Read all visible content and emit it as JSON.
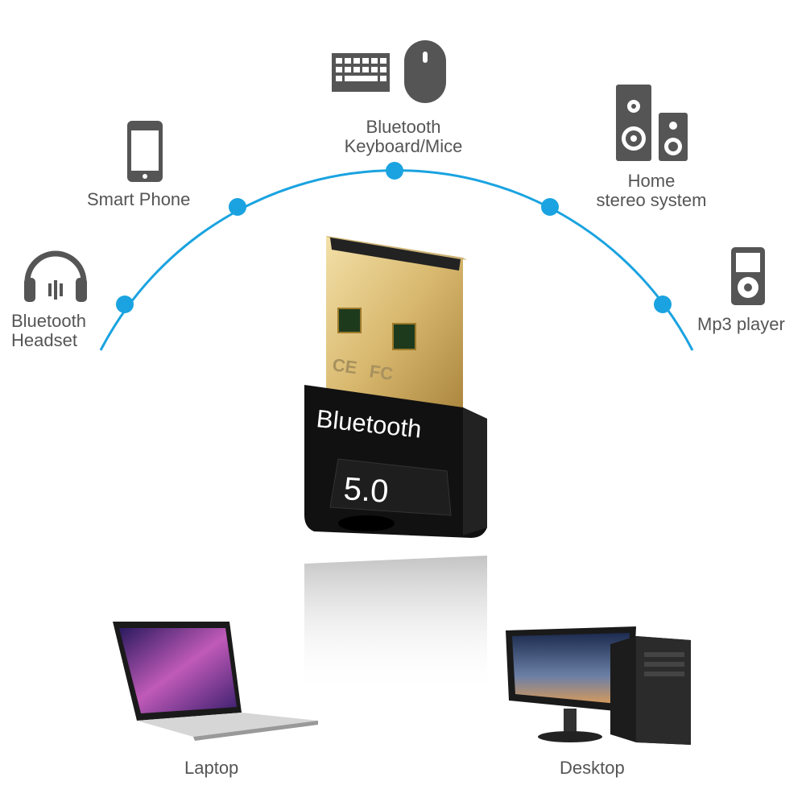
{
  "labels": {
    "headset": [
      "Bluetooth",
      "Headset"
    ],
    "phone": "Smart Phone",
    "keyboard": [
      "Bluetooth",
      "Keyboard/Mice"
    ],
    "stereo": [
      "Home",
      "stereo system"
    ],
    "mp3": "Mp3 player",
    "laptop": "Laptop",
    "desktop": "Desktop"
  },
  "product": {
    "brand_text": "Bluetooth",
    "version": "5.0",
    "marks": [
      "CE",
      "FC"
    ]
  },
  "colors": {
    "arc": "#1aa3e0",
    "gold": "#d9bd78",
    "body": "#111111",
    "text": "#555555"
  }
}
